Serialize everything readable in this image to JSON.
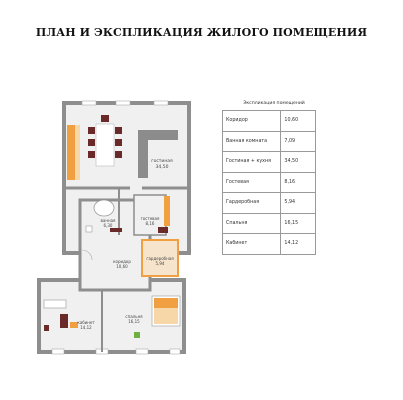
{
  "page": {
    "title": "ПЛАН И ЭКСПЛИКАЦИЯ ЖИЛОГО ПОМЕЩЕНИЯ"
  },
  "explication": {
    "title": "Экспликация помещений",
    "rows": [
      {
        "name": "Коридор",
        "area": "10,60"
      },
      {
        "name": "Ванная комната",
        "area": "7,09"
      },
      {
        "name": "Гостиная + кухня",
        "area": "34,50"
      },
      {
        "name": "Гостевая",
        "area": "8,16"
      },
      {
        "name": "Гардеробная",
        "area": "5,94"
      },
      {
        "name": "Спальня",
        "area": "16,15"
      },
      {
        "name": "Кабинет",
        "area": "14,12"
      }
    ]
  },
  "plan": {
    "rooms": {
      "living": {
        "name": "гостиная",
        "area": "34,50"
      },
      "bath": {
        "name": "ванная",
        "area": "6,30"
      },
      "guest": {
        "name": "гостевая",
        "area": "8,16"
      },
      "corridor": {
        "name": "коридор",
        "area": "10,60"
      },
      "wardrobe": {
        "name": "гардеробная",
        "area": "5,94"
      },
      "study": {
        "name": "кабинет",
        "area": "14,12"
      },
      "bedroom": {
        "name": "спальня",
        "area": "16,15"
      }
    }
  },
  "colors": {
    "wall": "#8e8e8e",
    "floor": "#f0f0f0",
    "orange_accent": "#f0a040",
    "table_dark": "#6a2a2a",
    "sofa": "#8c8c8c",
    "green_accent": "#70b040"
  }
}
